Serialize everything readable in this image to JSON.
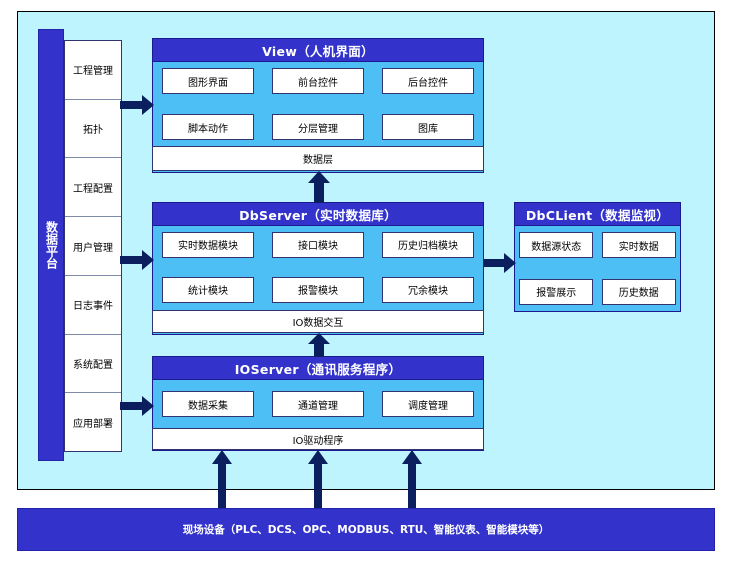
{
  "platform": {
    "label": "数据平台",
    "items": [
      {
        "label": "工程管理"
      },
      {
        "label": "拓扑"
      },
      {
        "label": "工程配置"
      },
      {
        "label": "用户管理"
      },
      {
        "label": "日志事件"
      },
      {
        "label": "系统配置"
      },
      {
        "label": "应用部署"
      }
    ]
  },
  "view": {
    "title": "View（人机界面）",
    "modules": [
      {
        "label": "图形界面"
      },
      {
        "label": "前台控件"
      },
      {
        "label": "后台控件"
      },
      {
        "label": "脚本动作"
      },
      {
        "label": "分层管理"
      },
      {
        "label": "图库"
      }
    ],
    "footer": "数据层"
  },
  "dbserver": {
    "title": "DbServer（实时数据库）",
    "modules": [
      {
        "label": "实时数据模块"
      },
      {
        "label": "接口模块"
      },
      {
        "label": "历史归档模块"
      },
      {
        "label": "统计模块"
      },
      {
        "label": "报警模块"
      },
      {
        "label": "冗余模块"
      }
    ],
    "footer": "IO数据交互"
  },
  "ioserver": {
    "title": "IOServer（通讯服务程序）",
    "modules": [
      {
        "label": "数据采集"
      },
      {
        "label": "通道管理"
      },
      {
        "label": "调度管理"
      }
    ],
    "footer": "IO驱动程序"
  },
  "dbclient": {
    "title": "DbCLient（数据监视）",
    "modules": [
      {
        "label": "数据源状态"
      },
      {
        "label": "实时数据"
      },
      {
        "label": "报警展示"
      },
      {
        "label": "历史数据"
      }
    ]
  },
  "devices": {
    "label": "现场设备（PLC、DCS、OPC、MODBUS、RTU、智能仪表、智能模块等）"
  },
  "colors": {
    "stage_background": "#bdf4fd",
    "header_blue": "#3333cc",
    "panel_blue": "#4dbff5",
    "arrow_navy": "#0b1f5e",
    "chip_white": "#ffffff"
  }
}
